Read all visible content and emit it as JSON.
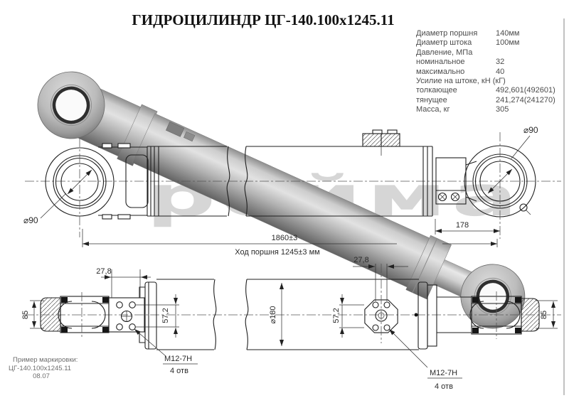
{
  "title": "ГИДРОЦИЛИНДР ЦГ-140.100х1245.11",
  "specs": {
    "rows": [
      {
        "label": "Диаметр поршня",
        "value": "140мм"
      },
      {
        "label": "Диаметр штока",
        "value": "100мм"
      },
      {
        "label": "Давление, МПа",
        "value": ""
      },
      {
        "label": "номинальное",
        "value": "32"
      },
      {
        "label": "максимально",
        "value": "40"
      },
      {
        "label": "Усилие на штоке, кН (кГ)",
        "value": ""
      },
      {
        "label": "толкающее",
        "value": "492,601(492601)"
      },
      {
        "label": "тянущее",
        "value": "241,274(241270)"
      },
      {
        "label": "Масса, кг",
        "value": "305"
      }
    ]
  },
  "watermark": "ройма",
  "dims": {
    "d90": "⌀90",
    "len_overall": "1860±3",
    "stroke_len": "Ход поршня 1245±3 мм",
    "d178": "178",
    "d278": "27,8",
    "d572": "57,2",
    "d180": "⌀180",
    "d85": "85",
    "thread": "M12-7H",
    "holes": "4 отв"
  },
  "marking": {
    "line1": "Пример маркировки:",
    "line2": "ЦГ-140.100x1245.11",
    "line3": "08.07"
  }
}
